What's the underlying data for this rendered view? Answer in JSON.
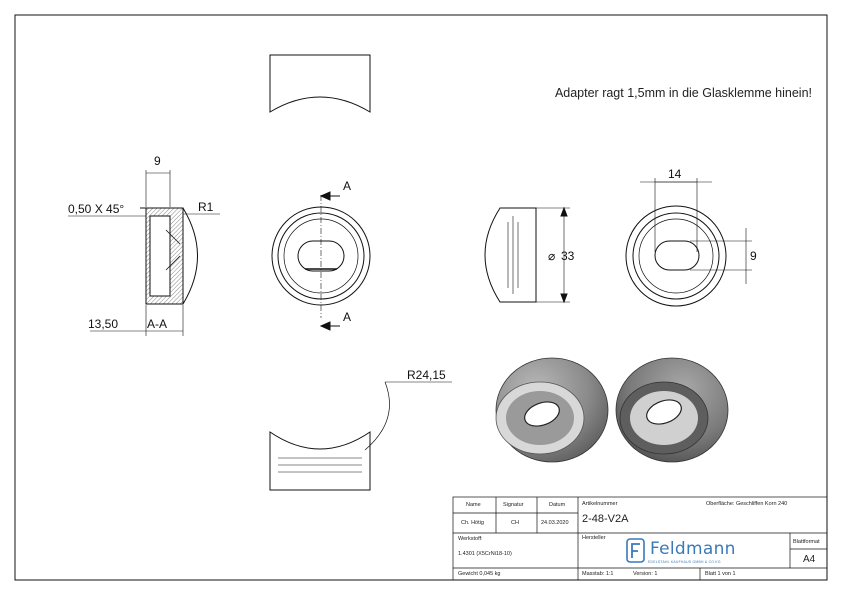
{
  "note": "Adapter ragt 1,5mm in die Glasklemme hinein!",
  "dimensions": {
    "width_top": "9",
    "chamfer": "0,50 X 45°",
    "radius_small": "R1",
    "depth": "13,50",
    "section_label": "A-A",
    "section_marker": "A",
    "diameter": "33",
    "slot_length": "14",
    "slot_width": "9",
    "radius_large": "R24,15"
  },
  "title_block": {
    "name_header": "Name",
    "signatur_header": "Signatur",
    "datum_header": "Datum",
    "name_value": "Ch. Hötig",
    "signatur_value": "CH",
    "datum_value": "24.03.2020",
    "artikel_label": "Artikelnummer",
    "artikel_value": "2-48-V2A",
    "oberflaeche": "Oberfläche: Geschliffen Korn 240",
    "werkstoff_label": "Werkstoff:",
    "werkstoff_value": "1.4301 (X5CrNi18-10)",
    "hersteller_label": "Hersteller",
    "brand": "Feldmann",
    "brand_sub": "EDELSTAHL KAUFHAUS GMBH & CO.KG",
    "blattformat_label": "Blattformat",
    "blattformat_value": "A4",
    "gewicht": "Gewicht 0,045 kg",
    "massstab": "Masstab: 1:1",
    "version": "Version: 1",
    "blatt": "Blatt 1 von 1"
  },
  "colors": {
    "line": "#111111",
    "brand": "#3a7ab8",
    "shade_dark": "#4a4a4a",
    "shade_light": "#9a9a9a"
  }
}
